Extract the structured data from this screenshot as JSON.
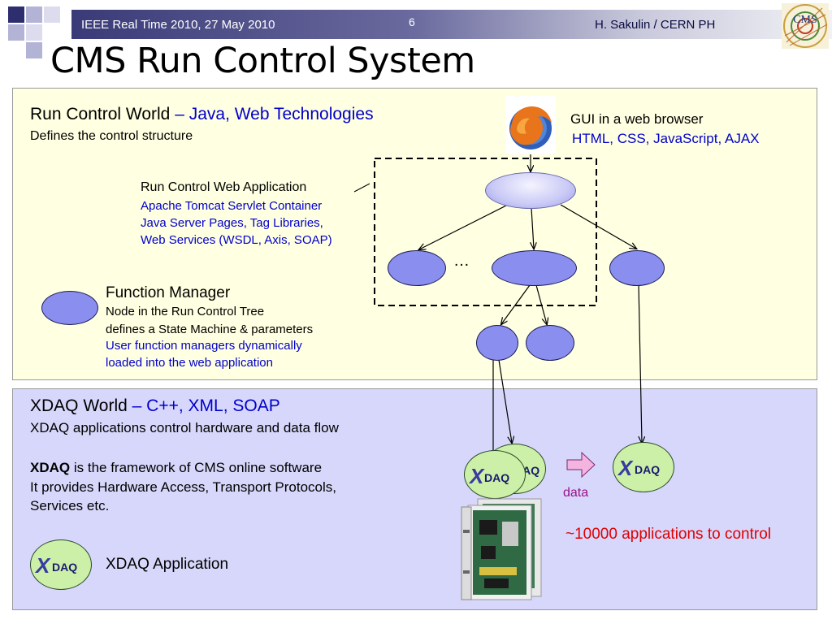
{
  "header": {
    "left_text": "IEEE Real Time 2010, 27 May 2010",
    "page_number": "6",
    "right_text": "H. Sakulin / CERN PH",
    "logo_text": "CMS"
  },
  "title": "CMS Run Control System",
  "rc_world": {
    "title_black": "Run Control World",
    "title_blue": " – Java, Web Technologies",
    "subtitle": "Defines the control structure",
    "gui_line1": "GUI in a web browser",
    "gui_line2": "HTML, CSS, JavaScript, AJAX",
    "webapp_title": "Run Control Web Application",
    "webapp_lines": [
      "Apache Tomcat Servlet Container",
      "Java Server Pages, Tag Libraries,",
      "Web Services (WSDL, Axis, SOAP)"
    ],
    "ellipsis": "…",
    "fm_title": "Function Manager",
    "fm_line1": "Node in the Run Control Tree",
    "fm_line2": "defines a State Machine & parameters",
    "fm_blue1": "User function managers dynamically",
    "fm_blue2": "loaded into the web application"
  },
  "xdaq_world": {
    "title_black": "XDAQ World",
    "title_blue": " – C++, XML, SOAP",
    "line1": "XDAQ applications control hardware and data flow",
    "line2_bold": "XDAQ",
    "line2_rest": " is the framework of CMS online software",
    "line3": "It provides Hardware Access, Transport Protocols,",
    "line4": "Services etc.",
    "legend_label": "XDAQ Application",
    "data_label": "data",
    "apps_label": "~10000 applications to control",
    "logo_word": "DAQ",
    "logo_x": "X"
  },
  "colors": {
    "node_fill": "#8a8fef",
    "xdaq_fill": "#ccf0a8",
    "rc_background": "#ffffe1",
    "xdaq_background": "#d7d7fb",
    "accent_blue": "#0000cc",
    "accent_red": "#e00000"
  }
}
